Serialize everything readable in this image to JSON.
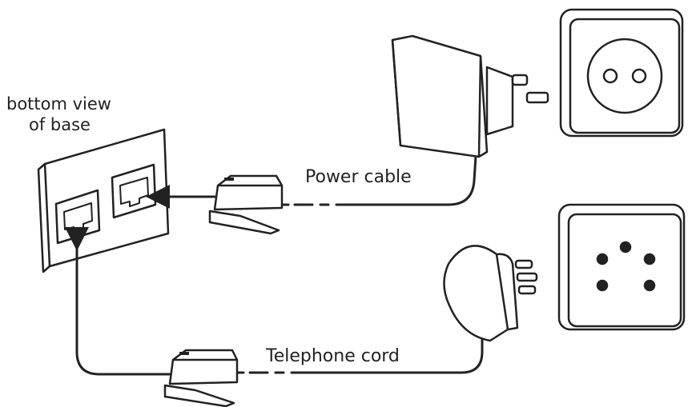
{
  "labels": {
    "base_line1": "bottom view",
    "base_line2": "of base",
    "power_cable": "Power cable",
    "telephone_cord": "Telephone cord"
  },
  "colors": {
    "ink": "#222222",
    "background": "#ffffff"
  }
}
